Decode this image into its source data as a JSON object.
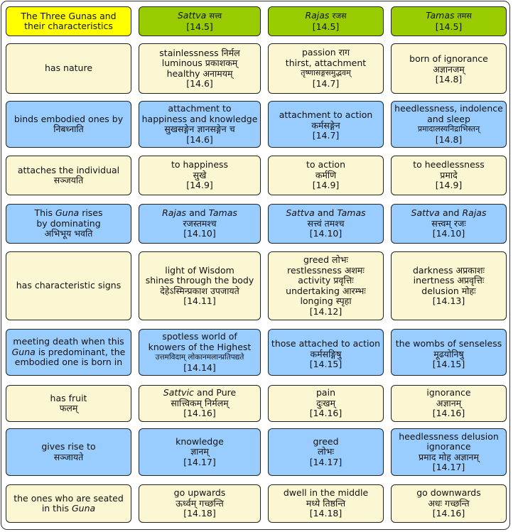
{
  "header": {
    "title": "The Three Gunas and their characteristics",
    "columns": [
      {
        "name": "Sattva",
        "sanskrit": "सत्त्व",
        "ref": "[14.5]"
      },
      {
        "name": "Rajas",
        "sanskrit": "रजस",
        "ref": "[14.5]"
      },
      {
        "name": "Tamas",
        "sanskrit": "तमस",
        "ref": "[14.5]"
      }
    ]
  },
  "rows": [
    {
      "label": [
        "has nature"
      ],
      "cells": [
        [
          "stainlessness निर्मल",
          "luminous प्रकाशकम्",
          "healthy अनामयम्",
          "[14.6]"
        ],
        [
          "passion राग",
          "thirst, attachment",
          "तृष्णासङ्गसमुद्भवम्",
          "[14.7]"
        ],
        [
          "born of ignorance",
          "अज्ञानजम्",
          "[14.8]"
        ]
      ]
    },
    {
      "label": [
        "binds embodied ones by",
        "निबध्नाति"
      ],
      "cells": [
        [
          "attachment to",
          "happiness and knowledge",
          "सुखसङ्गेन ज्ञानसङ्गेन च",
          "[14.6]"
        ],
        [
          "attachment to action",
          "कर्मसङ्गेन",
          "[14.7]"
        ],
        [
          "heedlessness, indolence",
          "and sleep",
          "प्रमादालस्यनिद्राभिस्तन्",
          "[14.8]"
        ]
      ]
    },
    {
      "label": [
        "attaches the individual",
        "सञ्जयति"
      ],
      "cells": [
        [
          "to happiness",
          "सुखे",
          "[14.9]"
        ],
        [
          "to action",
          "कर्मणि",
          "[14.9]"
        ],
        [
          "to heedlessness",
          "प्रमादे",
          "[14.9]"
        ]
      ]
    },
    {
      "label": [
        "This",
        "Guna",
        "rises",
        "by dominating",
        "अभिभूय भवति"
      ],
      "cells": [
        [
          "Rajas",
          "and",
          "Tamas",
          "रजस्तमश्च",
          "[14.10]"
        ],
        [
          "Sattva",
          "and",
          "Tamas",
          "सत्त्वं तमश्च",
          "[14.10]"
        ],
        [
          "Sattva",
          "and",
          "Rajas",
          "सत्त्वम् रजः",
          "[14.10]"
        ]
      ]
    },
    {
      "label": [
        "has characteristic signs"
      ],
      "cells": [
        [
          "light of Wisdom",
          "shines through the body",
          "देहेऽस्मिन्प्रकाश उपजायते",
          "[14.11]"
        ],
        [
          "greed लोभः",
          "restlessness अशमः",
          "activity प्रवृत्तिः",
          "undertaking आरम्भः",
          "longing स्पृहा",
          "[14.12]"
        ],
        [
          "darkness अप्रकाशः",
          "inertness अप्रवृत्तिः",
          "delusion मोहः",
          "[14.13]"
        ]
      ]
    },
    {
      "label": [
        "meeting death when this",
        "Guna",
        "is predominant, the",
        "embodied one is born in"
      ],
      "cells": [
        [
          "spotless world of",
          "knowers of the Highest",
          "उत्तमविदाम् लोकानमलान्प्रतिपद्यते",
          "[14.14]"
        ],
        [
          "those attached to action",
          "कर्मसङ्गिषु",
          "[14.15]"
        ],
        [
          "the wombs of senseless",
          "मूढयोनिषु",
          "[14.15]"
        ]
      ]
    },
    {
      "label": [
        "has fruit",
        "फलम्"
      ],
      "cells": [
        [
          "Sattvic",
          "and Pure",
          "सात्त्विकम् निर्मलम्",
          "[14.16]"
        ],
        [
          "pain",
          "दुःखम्",
          "[14.16]"
        ],
        [
          "ignorance",
          "अज्ञानम्",
          "[14.16]"
        ]
      ]
    },
    {
      "label": [
        "gives rise to",
        "सञ्जायते"
      ],
      "cells": [
        [
          "knowledge",
          "ज्ञानम्",
          "[14.17]"
        ],
        [
          "greed",
          "लोभः",
          "[14.17]"
        ],
        [
          "heedlessness delusion",
          "ignorance",
          "प्रमाद मोह अज्ञानम्",
          "[14.17]"
        ]
      ]
    },
    {
      "label": [
        "the ones who are seated",
        "in this",
        "Guna"
      ],
      "cells": [
        [
          "go upwards",
          "ऊर्ध्वम् गच्छन्ति",
          "[14.18]"
        ],
        [
          "dwell in the middle",
          "मध्ये तिष्ठन्ति",
          "[14.18]"
        ],
        [
          "go downwards",
          "अधः गच्छन्ति",
          "[14.16]"
        ]
      ]
    }
  ]
}
